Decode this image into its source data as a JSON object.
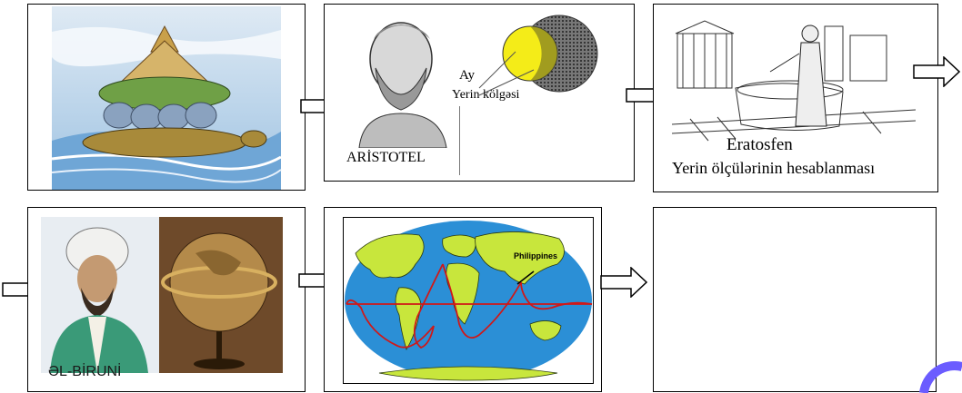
{
  "panels": {
    "aristotle": {
      "moon_label": "Ay",
      "shadow_label": "Yerin kölgəsi",
      "caption": "ARİSTOTEL"
    },
    "eratosthenes": {
      "name": "Eratosfen",
      "caption": "Yerin ölçülərinin hesablanması"
    },
    "biruni": {
      "caption": "ƏL-BİRUNİ"
    },
    "world_map": {
      "place_label": "Philippines"
    },
    "empty": {}
  },
  "colors": {
    "ocean": "#2b8fd6",
    "land": "#c8e63c",
    "route": "#d01818",
    "moon": "#f4ec18",
    "shadow": "#555555",
    "corner_accent": "#6b5cff"
  },
  "icons": [
    "right-arrow-icon"
  ]
}
